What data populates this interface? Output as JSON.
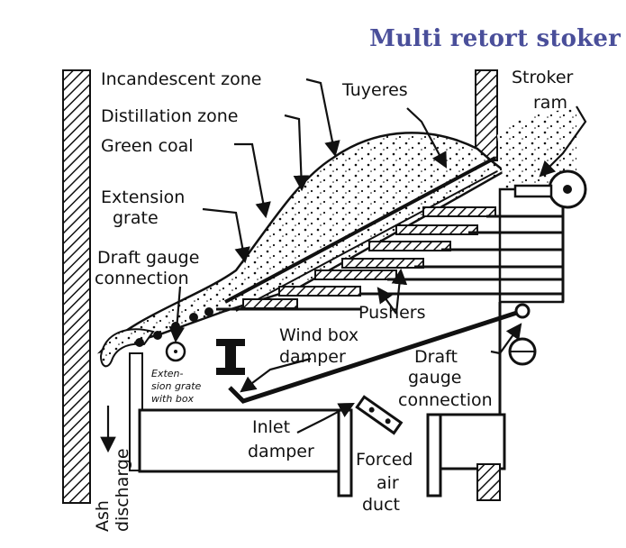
{
  "title": "Multi retort stoker",
  "colors": {
    "title": "#4a4f9a",
    "ink": "#111111"
  },
  "labels": {
    "incandescent_zone": "Incandescent zone",
    "distillation_zone": "Distillation zone",
    "green_coal": "Green coal",
    "extension_grate_1": "Extension",
    "extension_grate_2": "grate",
    "draft_gauge_left_1": "Draft gauge",
    "draft_gauge_left_2": "connection",
    "tuyeres": "Tuyeres",
    "stroker_ram_1": "Stroker",
    "stroker_ram_2": "ram",
    "pushers": "Pushers",
    "wind_box_damper_1": "Wind box",
    "wind_box_damper_2": "damper",
    "extension_grate_box_1": "Exten-",
    "extension_grate_box_2": "sion grate",
    "extension_grate_box_3": "with box",
    "draft_gauge_right_1": "Draft",
    "draft_gauge_right_2": "gauge",
    "draft_gauge_right_3": "connection",
    "inlet_damper_1": "Inlet",
    "inlet_damper_2": "damper",
    "forced_air_duct_1": "Forced",
    "forced_air_duct_2": "air",
    "forced_air_duct_3": "duct",
    "ash_discharge_1": "Ash",
    "ash_discharge_2": "discharge"
  }
}
